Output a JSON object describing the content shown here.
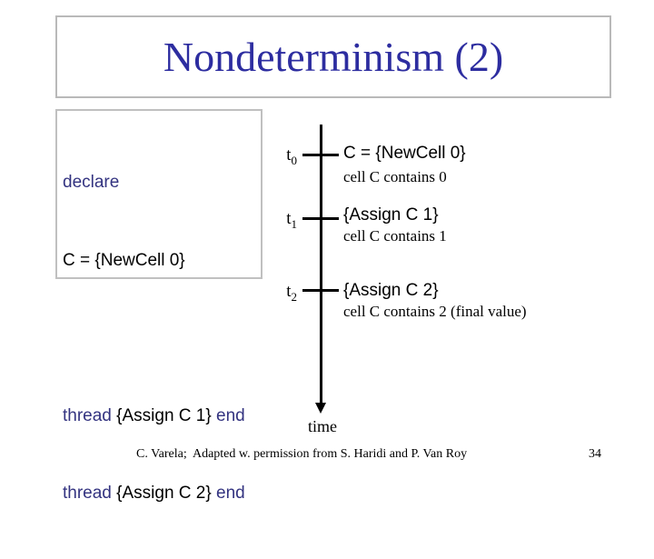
{
  "slide": {
    "title": "Nondeterminism (2)",
    "code_box": {
      "line1_keyword": "declare",
      "line2": "C = {NewCell 0}",
      "thread_keyword": "thread",
      "end_keyword": "end",
      "thread1_body": " {Assign C 1} ",
      "thread2_body": " {Assign C 2} "
    },
    "timeline": {
      "axis_label": "time",
      "events": [
        {
          "t": "t",
          "sub": "0",
          "code": "C = {NewCell 0}",
          "note": "cell C contains 0"
        },
        {
          "t": "t",
          "sub": "1",
          "code": "{Assign C 1}",
          "note": "cell C contains 1"
        },
        {
          "t": "t",
          "sub": "2",
          "code": "{Assign C 2}",
          "note": "cell C contains 2 (final value)"
        }
      ]
    },
    "footer": {
      "credit": "C. Varela;  Adapted w. permission from S. Haridi and P. Van Roy",
      "page_number": "34"
    },
    "colors": {
      "title_blue": "#2d2da0",
      "keyword_blue": "#333380",
      "text_black": "#000000",
      "box_border_gray": "#b9b9b9"
    }
  }
}
